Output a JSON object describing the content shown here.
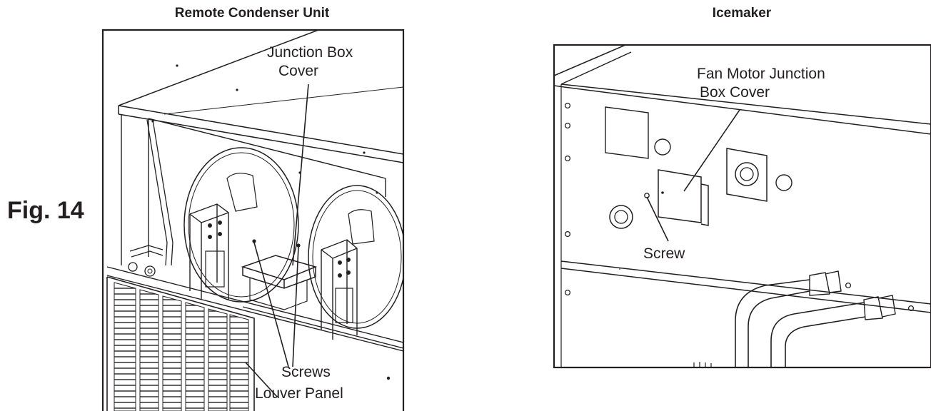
{
  "figure_label": "Fig. 14",
  "left_panel": {
    "title": "Remote Condenser Unit",
    "callouts": {
      "junction_box_cover": [
        "Junction Box",
        "Cover"
      ],
      "screws": "Screws",
      "louver_panel": "Louver Panel"
    }
  },
  "right_panel": {
    "title": "Icemaker",
    "callouts": {
      "fan_motor_junction_box_cover": [
        "Fan Motor Junction",
        "Box Cover"
      ],
      "screw": "Screw"
    }
  },
  "colors": {
    "ink": "#231f20",
    "background": "#ffffff"
  }
}
